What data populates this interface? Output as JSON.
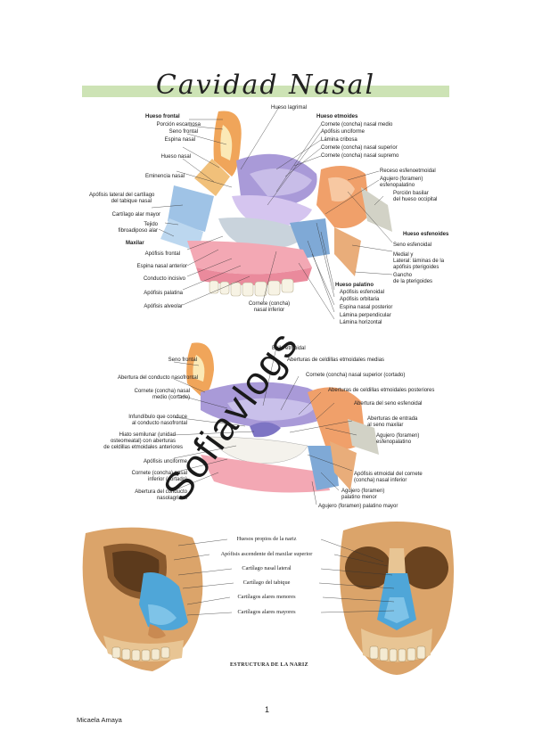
{
  "title": "Cavidad Nasal",
  "watermark": "Sofiavlogs",
  "figure1": {
    "labels": [
      "Hueso frontal",
      "Porción escamosa",
      "Seno frontal",
      "Espina nasal",
      "Hueso nasal",
      "Eminencia nasal",
      "Apófisis lateral del cartílago",
      "del tabique nasal",
      "Cartílago alar mayor",
      "Tejido",
      "fibroadiposo alar",
      "Maxilar",
      "Apófisis frontal",
      "Espina nasal anterior",
      "Conducto incisivo",
      "Apófisis palatina",
      "Apófisis alveolar",
      "Hueso lagrimal",
      "Hueso etmoides",
      "Cornete (concha) nasal medio",
      "Apófisis unciforme",
      "Lámina cribosa",
      "Cornete (concha) nasal superior",
      "Cornete (concha) nasal supremo",
      "Receso esfenoetmoidal",
      "Agujero (foramen)",
      "esfenopalatino",
      "Porción basilar",
      "del hueso occipital",
      "Hueso esfenoides",
      "Seno esfenoidal",
      "Medial y",
      "Lateral: láminas de la",
      "apófisis pterigoides",
      "Gancho",
      "de la pterigoides",
      "Hueso palatino",
      "Apófisis esfenoidal",
      "Apófisis orbitaria",
      "Espina nasal posterior",
      "Lámina perpendicular",
      "Lámina horizontal",
      "Cornete (concha)",
      "nasal inferior"
    ]
  },
  "figure2": {
    "labels": [
      "Bulla etmoidal",
      "Seno frontal",
      "Aberturas de celdillas etmoidales medias",
      "Abertura del conducto nasofrontal",
      "Cornete (concha) nasal superior (cortado)",
      "Cornete (concha) nasal",
      "medio (cortado)",
      "Aberturas de celdillas etmoidales posteriores",
      "Abertura del seno esfenoidal",
      "Infundíbulo que conduce",
      "al conducto nasofrontal",
      "Aberturas de entrada",
      "al seno maxilar",
      "Hiato semilunar (unidad",
      "osteomeatal) con aberturas",
      "de celdillas etmoidales anteriores",
      "Agujero (foramen)",
      "esfenopalatino",
      "Apófisis unciforme",
      "Cornete (concha) nasal",
      "inferior (cortado)",
      "Apófisis etmoidal del cornete",
      "(concha) nasal inferior",
      "Abertura del conducto",
      "nasolagrimal",
      "Agujero (foramen)",
      "palatino menor",
      "Agujero (foramen) palatino mayor"
    ]
  },
  "figure3": {
    "labels": [
      "Huesos propios de la nariz",
      "Apófisis ascendente del maxilar superior",
      "Cartílago nasal lateral",
      "Cartílago del tabique",
      "Cartílagos alares menores",
      "Cartílagos alares mayores"
    ],
    "caption": "ESTRUCTURA DE LA NARIZ"
  },
  "page_number": "1",
  "author": "Micaela Amaya"
}
